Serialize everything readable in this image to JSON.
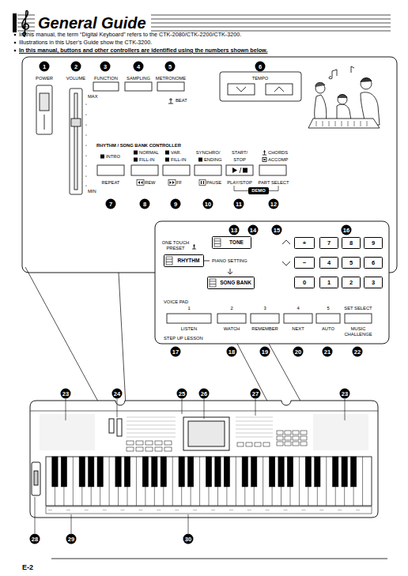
{
  "diagram": {
    "title": "General Guide",
    "nodes": [
      {
        "text": [
          "TONE"
        ]
      },
      {
        "text": [
          "RHYTHM"
        ]
      },
      {
        "text": [
          "SONG BANK"
        ]
      },
      {
        "text": [
          "+"
        ]
      },
      {
        "text": [
          "7"
        ]
      },
      {
        "text": [
          "8"
        ]
      },
      {
        "text": [
          "9"
        ]
      },
      {
        "text": [
          "−"
        ]
      },
      {
        "text": [
          "4"
        ]
      },
      {
        "text": [
          "5"
        ]
      },
      {
        "text": [
          "6"
        ]
      },
      {
        "text": [
          "0"
        ]
      },
      {
        "text": [
          "1"
        ]
      },
      {
        "text": [
          "2"
        ]
      },
      {
        "text": [
          "3"
        ]
      },
      {
        "text": [
          "DEMO"
        ]
      }
    ],
    "labels": [
      "In this manual, the term “Digital Keyboard” refers to the CTK-2080/CTK-2200/CTK-3200.",
      "Illustrations in this User’s Guide show the CTK-3200.",
      "In this manual, buttons and other controllers are identified using the numbers shown below.",
      "1",
      "2",
      "3",
      "4",
      "5",
      "6",
      "7",
      "8",
      "9",
      "10",
      "11",
      "12",
      "13",
      "14",
      "15",
      "16",
      "17",
      "18",
      "19",
      "20",
      "21",
      "22",
      "23",
      "24",
      "25",
      "26",
      "27",
      "23",
      "28",
      "29",
      "30",
      "POWER",
      "VOLUME",
      "MAX",
      "MIN",
      "FUNCTION",
      "SAMPLING",
      "METRONOME",
      "BEAT",
      "TEMPO",
      "RHYTHM / SONG BANK CONTROLLER",
      "INTRO",
      "NORMAL",
      "FILL-IN",
      "VAR.",
      "FILL-IN",
      "SYNCHRO/",
      "ENDING",
      "START/",
      "STOP",
      "CHORDS",
      "ACCOMP",
      "REPEAT",
      "REW",
      "FF",
      "PAUSE",
      "PLAY/STOP",
      "PART SELECT",
      "ONE TOUCH PRESET",
      "PIANO SETTING",
      "VOICE PAD",
      "1",
      "2",
      "3",
      "4",
      "5",
      "SET SELECT",
      "LISTEN",
      "WATCH",
      "REMEMBER",
      "NEXT",
      "AUTO",
      "MUSIC CHALLENGE",
      "STEP UP LESSON",
      "E-2"
    ]
  }
}
